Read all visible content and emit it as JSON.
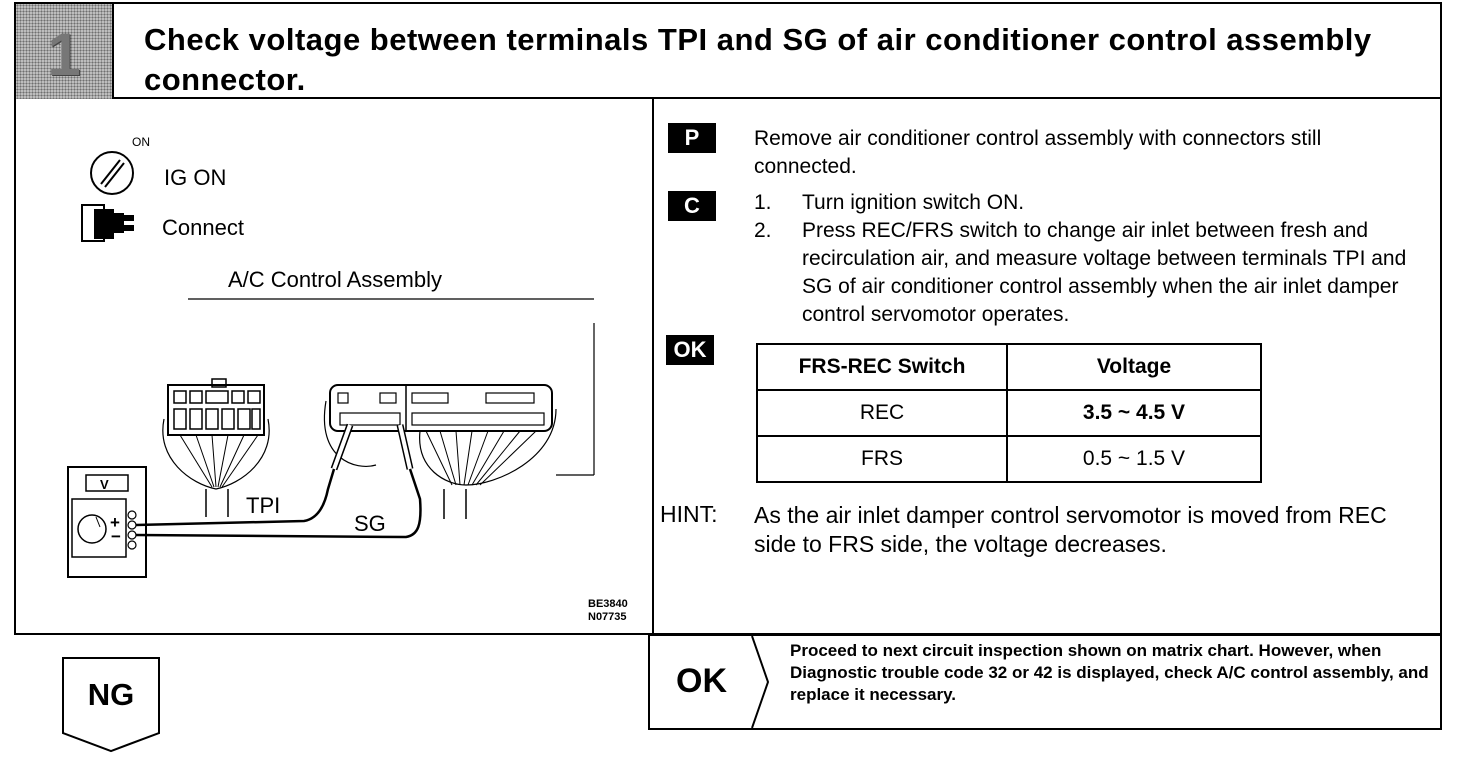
{
  "header": {
    "step_number": "1",
    "title": "Check voltage between terminals TPI and SG of air conditioner control assembly connector."
  },
  "diagram": {
    "on_label": "ON",
    "ig_on_label": "IG ON",
    "connect_label": "Connect",
    "assembly_label": "A/C Control Assembly",
    "meter_label": "V",
    "plus_label": "+",
    "minus_label": "−",
    "tpi_label": "TPI",
    "sg_label": "SG",
    "figure_codes": [
      "BE3840",
      "N07735"
    ]
  },
  "instructions": {
    "p_badge": "P",
    "p_text": "Remove air conditioner control assembly with connectors still connected.",
    "c_badge": "C",
    "steps": [
      {
        "num": "1.",
        "text": "Turn ignition switch ON."
      },
      {
        "num": "2.",
        "text": "Press REC/FRS switch to change air inlet between fresh and recirculation air, and measure voltage between terminals TPI and SG of air conditioner control assembly when the air inlet damper control servomotor operates."
      }
    ],
    "ok_badge": "OK",
    "table": {
      "headers": [
        "FRS-REC Switch",
        "Voltage"
      ],
      "rows": [
        [
          "REC",
          "3.5 ~ 4.5 V"
        ],
        [
          "FRS",
          "0.5 ~ 1.5 V"
        ]
      ]
    },
    "hint_label": "HINT:",
    "hint_text": "As the air inlet damper control servomotor is moved from REC side to FRS side, the voltage decreases."
  },
  "results": {
    "ng_label": "NG",
    "ok_label": "OK",
    "ok_text": "Proceed to next circuit inspection shown on matrix chart. However, when Diagnostic trouble code 32 or 42 is displayed, check A/C control assembly, and replace it necessary."
  }
}
